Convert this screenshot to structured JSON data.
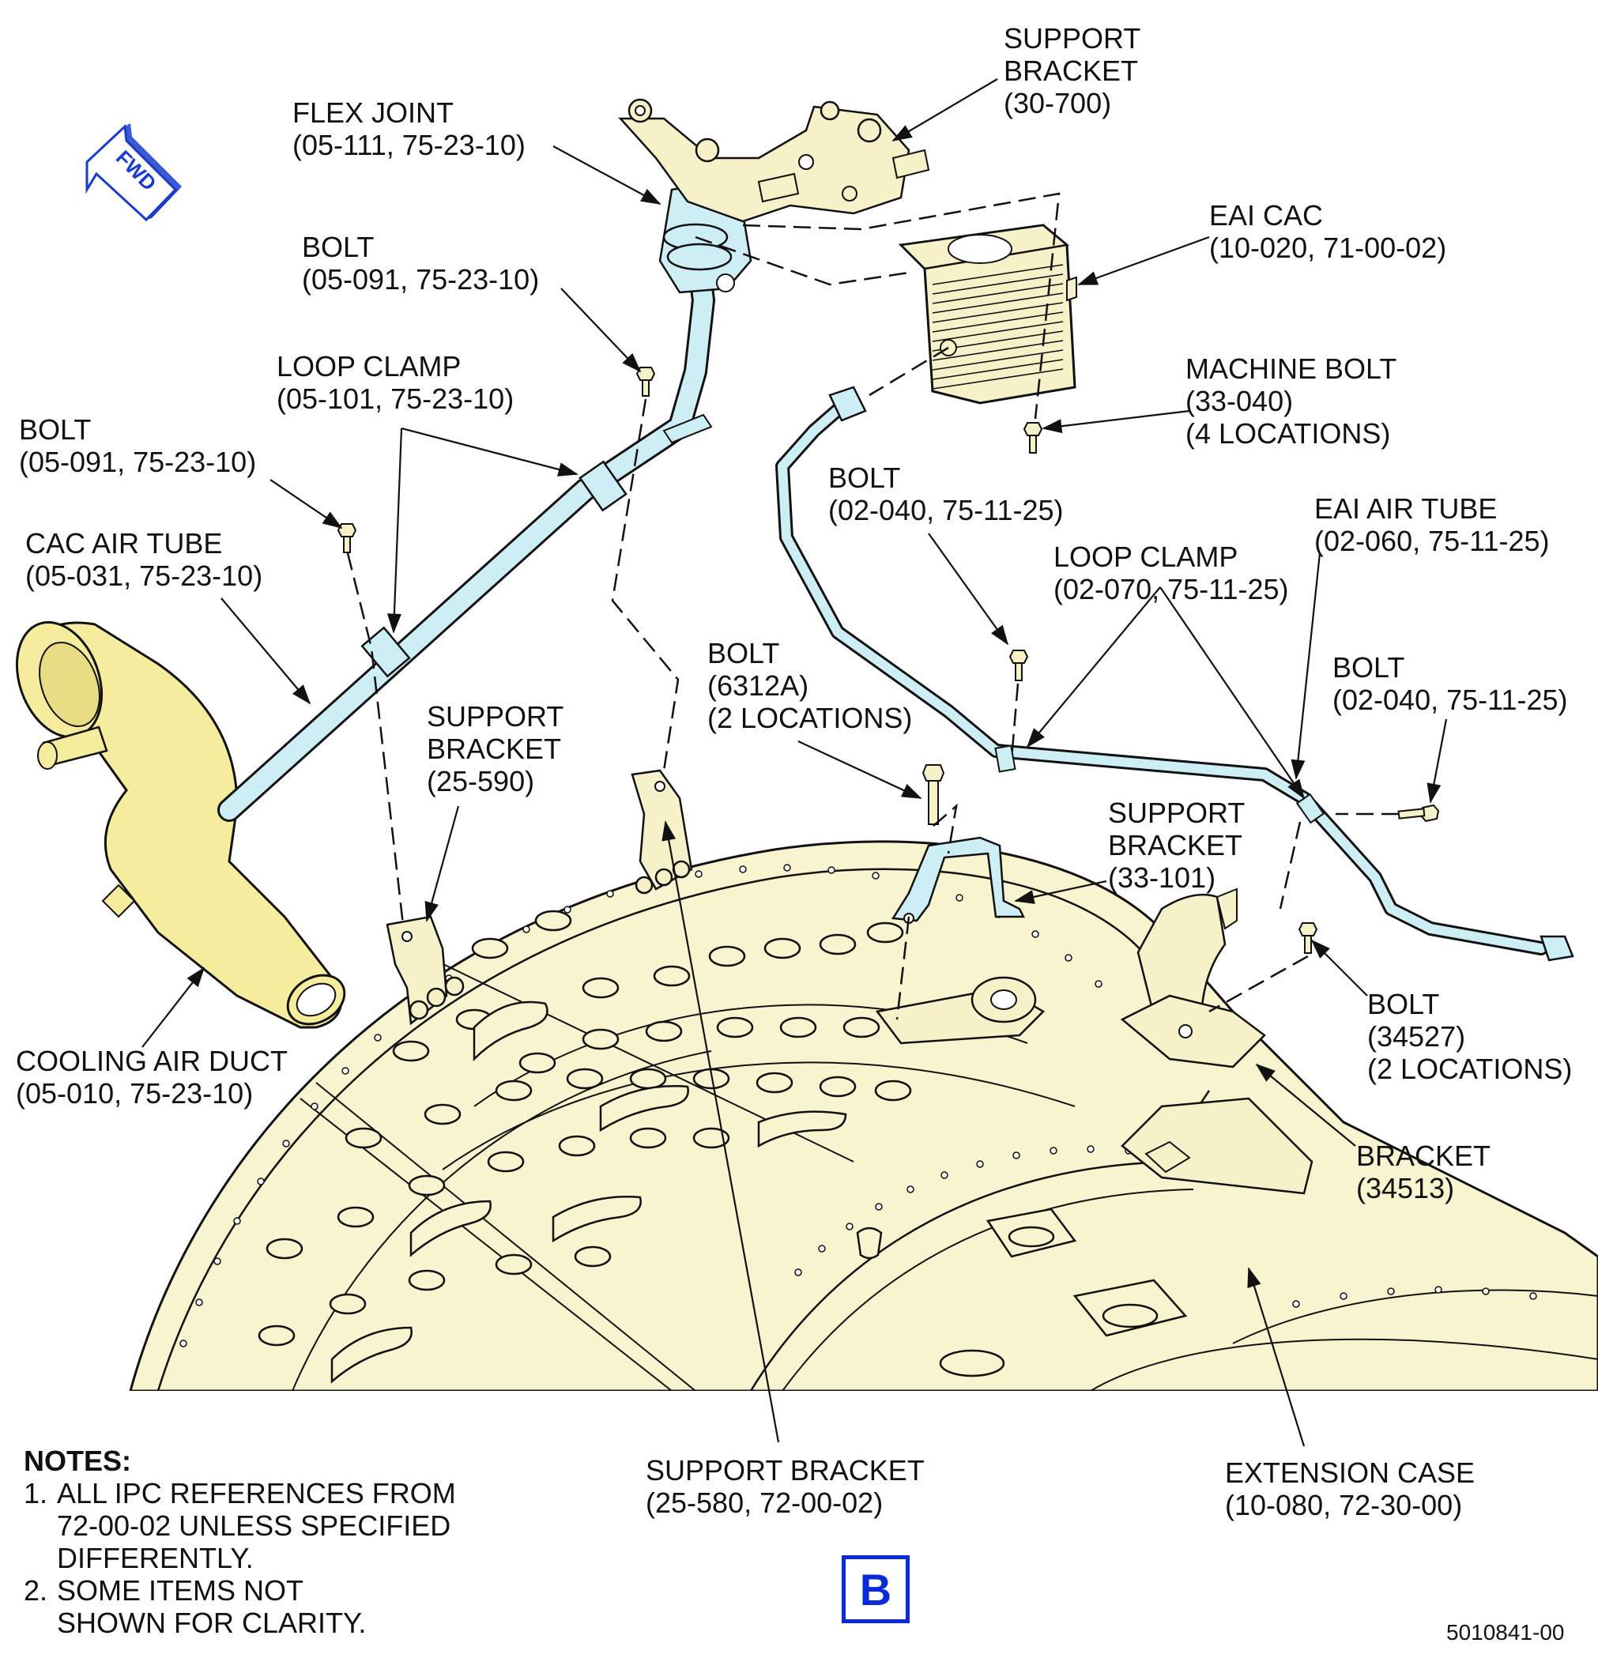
{
  "labels": [
    {
      "key": "support-bracket-30-700",
      "lines": [
        "SUPPORT",
        "BRACKET",
        "(30-700)"
      ]
    },
    {
      "key": "flex-joint",
      "lines": [
        "FLEX JOINT",
        "(05-111, 75-23-10)"
      ]
    },
    {
      "key": "eai-cac",
      "lines": [
        "EAI CAC",
        "(10-020, 71-00-02)"
      ]
    },
    {
      "key": "bolt-05-091-upper",
      "lines": [
        "BOLT",
        "(05-091, 75-23-10)"
      ]
    },
    {
      "key": "machine-bolt",
      "lines": [
        "MACHINE BOLT",
        "(33-040)",
        "(4 LOCATIONS)"
      ]
    },
    {
      "key": "loop-clamp-05-101",
      "lines": [
        "LOOP CLAMP",
        "(05-101, 75-23-10)"
      ]
    },
    {
      "key": "bolt-05-091-lower",
      "lines": [
        "BOLT",
        "(05-091, 75-23-10)"
      ]
    },
    {
      "key": "bolt-02-040-upper",
      "lines": [
        "BOLT",
        "(02-040, 75-11-25)"
      ]
    },
    {
      "key": "eai-air-tube",
      "lines": [
        "EAI AIR TUBE",
        "(02-060, 75-11-25)"
      ]
    },
    {
      "key": "cac-air-tube",
      "lines": [
        "CAC AIR TUBE",
        "(05-031, 75-23-10)"
      ]
    },
    {
      "key": "loop-clamp-02-070",
      "lines": [
        "LOOP CLAMP",
        "(02-070, 75-11-25)"
      ]
    },
    {
      "key": "bolt-6312a",
      "lines": [
        "BOLT",
        "(6312A)",
        "(2 LOCATIONS)"
      ]
    },
    {
      "key": "bolt-02-040-right",
      "lines": [
        "BOLT",
        "(02-040, 75-11-25)"
      ]
    },
    {
      "key": "support-bracket-25-590",
      "lines": [
        "SUPPORT",
        "BRACKET",
        "(25-590)"
      ]
    },
    {
      "key": "support-bracket-33-101",
      "lines": [
        "SUPPORT",
        "BRACKET",
        "(33-101)"
      ]
    },
    {
      "key": "bolt-34527",
      "lines": [
        "BOLT",
        "(34527)",
        "(2 LOCATIONS)"
      ]
    },
    {
      "key": "cooling-air-duct",
      "lines": [
        "COOLING AIR DUCT",
        "(05-010, 75-23-10)"
      ]
    },
    {
      "key": "bracket-34513",
      "lines": [
        "BRACKET",
        "(34513)"
      ]
    },
    {
      "key": "support-bracket-25-580",
      "lines": [
        "SUPPORT BRACKET",
        "(25-580, 72-00-02)"
      ]
    },
    {
      "key": "extension-case",
      "lines": [
        "EXTENSION CASE",
        "(10-080, 72-30-00)"
      ]
    }
  ],
  "fwd_label": "FWD",
  "notes": {
    "title": "NOTES:",
    "items": [
      {
        "num": "1.",
        "lines": [
          "ALL IPC REFERENCES FROM",
          "72-00-02 UNLESS SPECIFIED",
          "DIFFERENTLY."
        ]
      },
      {
        "num": "2.",
        "lines": [
          "SOME ITEMS NOT",
          "SHOWN FOR CLARITY."
        ]
      }
    ]
  },
  "view_letter": "B",
  "doc_number": "5010841-00",
  "colors": {
    "case_fill": "#f8f4cf",
    "tube_fill": "#cdeef4",
    "bracket_fill": "#f6f1c8",
    "fwd_blue": "#1a3ccc",
    "view_box_blue": "#0b2bd6",
    "line": "#111111"
  }
}
